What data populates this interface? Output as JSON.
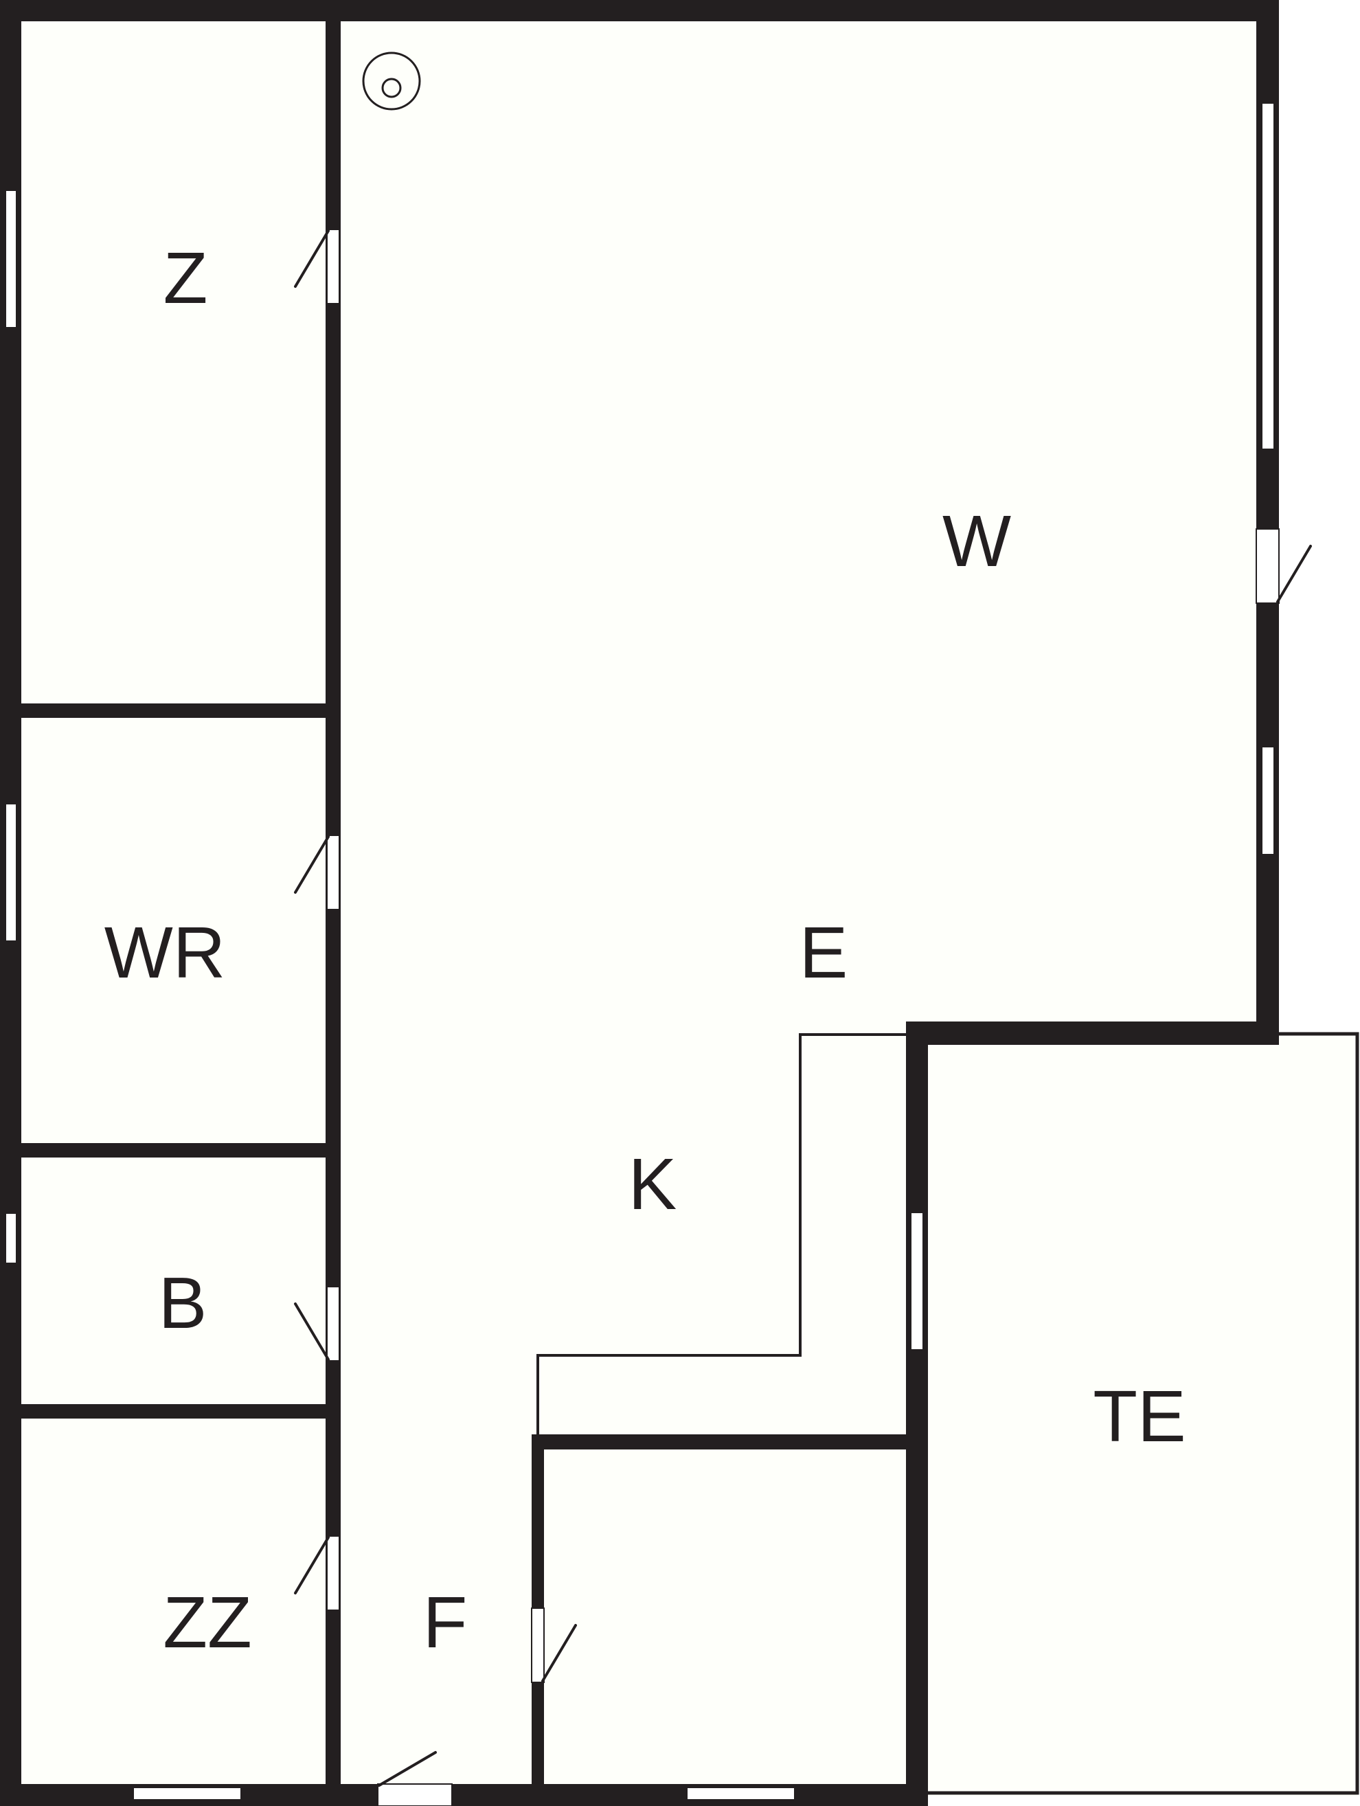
{
  "colors": {
    "wall": "#231f20",
    "floor": "#fefffa",
    "background": "#ffffff",
    "opening": "#ffffff"
  },
  "rooms": {
    "z": {
      "label": "Z"
    },
    "w": {
      "label": "W"
    },
    "wr": {
      "label": "WR"
    },
    "e": {
      "label": "E"
    },
    "k": {
      "label": "K"
    },
    "b": {
      "label": "B"
    },
    "te": {
      "label": "TE"
    },
    "zz": {
      "label": "ZZ"
    },
    "f": {
      "label": "F"
    }
  },
  "fixtures": {
    "drain": "drain-icon"
  }
}
